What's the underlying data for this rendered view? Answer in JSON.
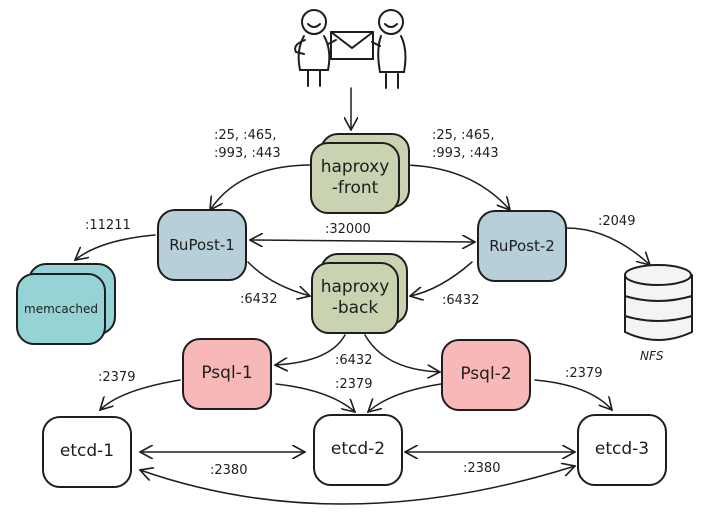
{
  "nodes": {
    "haproxy_front": {
      "line1": "haproxy",
      "line2": "-front"
    },
    "haproxy_back": {
      "line1": "haproxy",
      "line2": "-back"
    },
    "rupost1": "RuPost-1",
    "rupost2": "RuPost-2",
    "memcached": "memcached",
    "nfs": "NFS",
    "psql1": "Psql-1",
    "psql2": "Psql-2",
    "etcd1": "etcd-1",
    "etcd2": "etcd-2",
    "etcd3": "etcd-3"
  },
  "labels": {
    "front_left_ports": ":25, :465,\n:993, :443",
    "front_right_ports": ":25, :465,\n:993, :443",
    "memcached_port": ":11211",
    "rupost_link_port": ":32000",
    "nfs_port": ":2049",
    "back_left_port": ":6432",
    "back_right_port": ":6432",
    "psql_port": ":6432",
    "etcd1_client_port": ":2379",
    "etcd2_client_port": ":2379",
    "etcd3_client_port": ":2379",
    "peer_port_left": ":2380",
    "peer_port_right": ":2380"
  },
  "colors": {
    "haproxy": "#c9d3b2",
    "rupost": "#b7cfd8",
    "memcached": "#95d3d6",
    "psql": "#f8b8b8",
    "etcd": "#ffffff",
    "stroke": "#1e1e1e"
  },
  "icons": {
    "users": "two-people-exchanging-mail-icon",
    "storage": "database-cylinder-icon"
  }
}
